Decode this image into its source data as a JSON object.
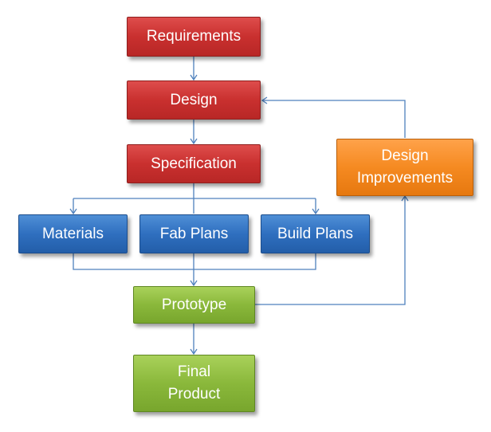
{
  "diagram": {
    "nodes": {
      "requirements": "Requirements",
      "design": "Design",
      "specification": "Specification",
      "materials": "Materials",
      "fab_plans": "Fab Plans",
      "build_plans": "Build Plans",
      "prototype": "Prototype",
      "final_product": "Final\nProduct",
      "design_improvements": "Design\nImprovements"
    },
    "colors": {
      "connector": "#4f81bd",
      "red": "#c9302f",
      "blue": "#2f6fbf",
      "green": "#8ab83b",
      "orange": "#f58a21"
    },
    "edges": [
      [
        "requirements",
        "design"
      ],
      [
        "design",
        "specification"
      ],
      [
        "specification",
        "materials"
      ],
      [
        "specification",
        "fab_plans"
      ],
      [
        "specification",
        "build_plans"
      ],
      [
        "materials",
        "prototype"
      ],
      [
        "fab_plans",
        "prototype"
      ],
      [
        "build_plans",
        "prototype"
      ],
      [
        "prototype",
        "final_product"
      ],
      [
        "prototype",
        "design_improvements"
      ],
      [
        "design_improvements",
        "design"
      ]
    ]
  }
}
